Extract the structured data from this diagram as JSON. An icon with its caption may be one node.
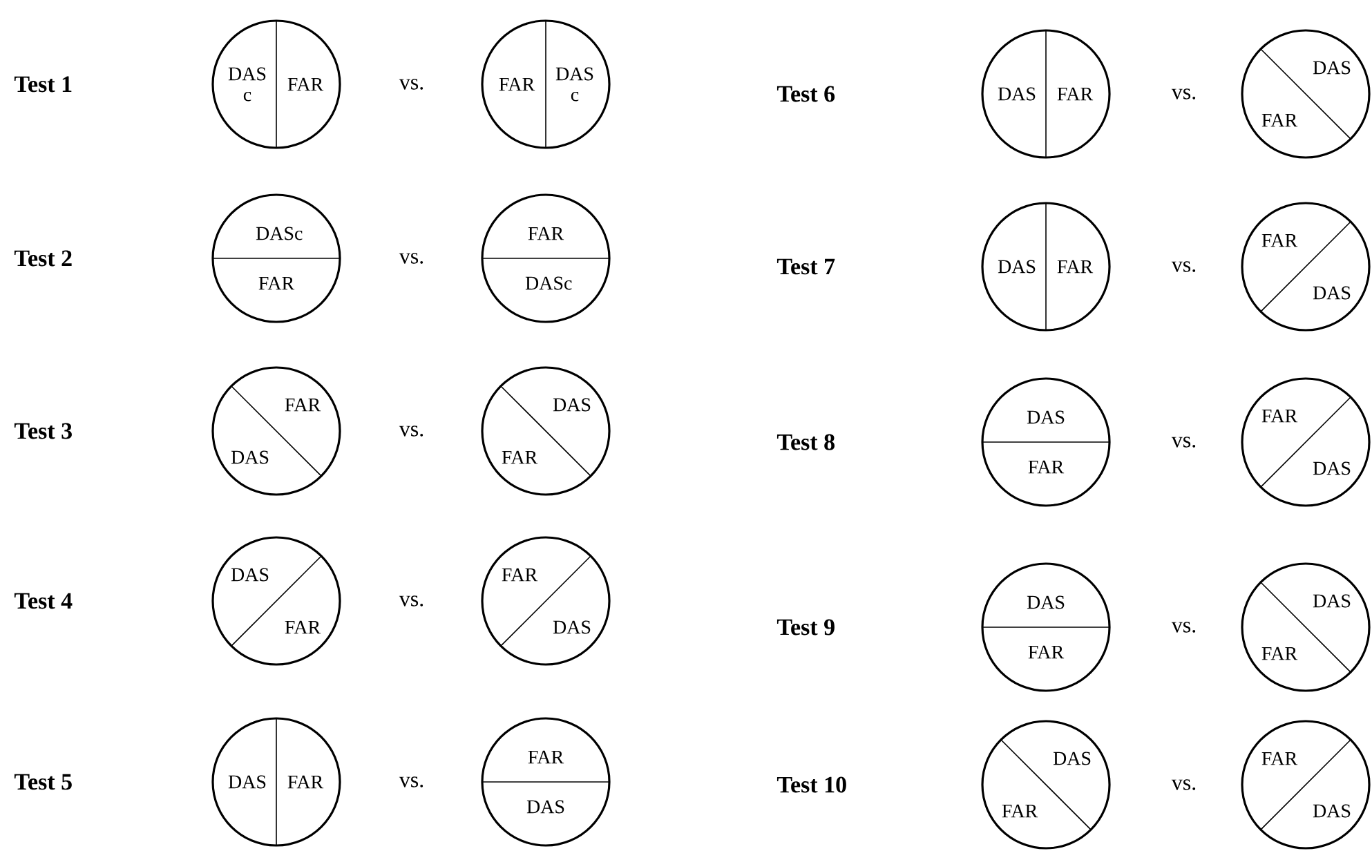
{
  "diagram": {
    "nodes": [
      {
        "text": [
          "DAS c",
          "FAR"
        ]
      },
      {
        "text": [
          "FAR",
          "DAS c"
        ]
      },
      {
        "text": [
          "DASc",
          "FAR"
        ]
      },
      {
        "text": [
          "FAR",
          "DASc"
        ]
      },
      {
        "text": [
          "FAR",
          "DAS"
        ]
      },
      {
        "text": [
          "DAS",
          "FAR"
        ]
      },
      {
        "text": [
          "DAS",
          "FAR"
        ]
      },
      {
        "text": [
          "FAR",
          "DAS"
        ]
      },
      {
        "text": [
          "DAS",
          "FAR"
        ]
      },
      {
        "text": [
          "FAR",
          "DAS"
        ]
      },
      {
        "text": [
          "DAS",
          "FAR"
        ]
      },
      {
        "text": [
          "DAS",
          "FAR"
        ]
      },
      {
        "text": [
          "DAS",
          "FAR"
        ]
      },
      {
        "text": [
          "FAR",
          "DAS"
        ]
      },
      {
        "text": [
          "DAS",
          "FAR"
        ]
      },
      {
        "text": [
          "FAR",
          "DAS"
        ]
      },
      {
        "text": [
          "DAS",
          "FAR"
        ]
      },
      {
        "text": [
          "DAS",
          "FAR"
        ]
      },
      {
        "text": [
          "DAS",
          "FAR"
        ]
      },
      {
        "text": [
          "FAR",
          "DAS"
        ]
      }
    ],
    "labels": [
      "Test 1",
      "vs.",
      "Test 2",
      "vs.",
      "Test 3",
      "vs.",
      "Test 4",
      "vs.",
      "Test 5",
      "vs.",
      "Test 6",
      "vs.",
      "Test 7",
      "vs.",
      "Test 8",
      "vs.",
      "Test 9",
      "vs.",
      "Test 10",
      "vs."
    ]
  }
}
